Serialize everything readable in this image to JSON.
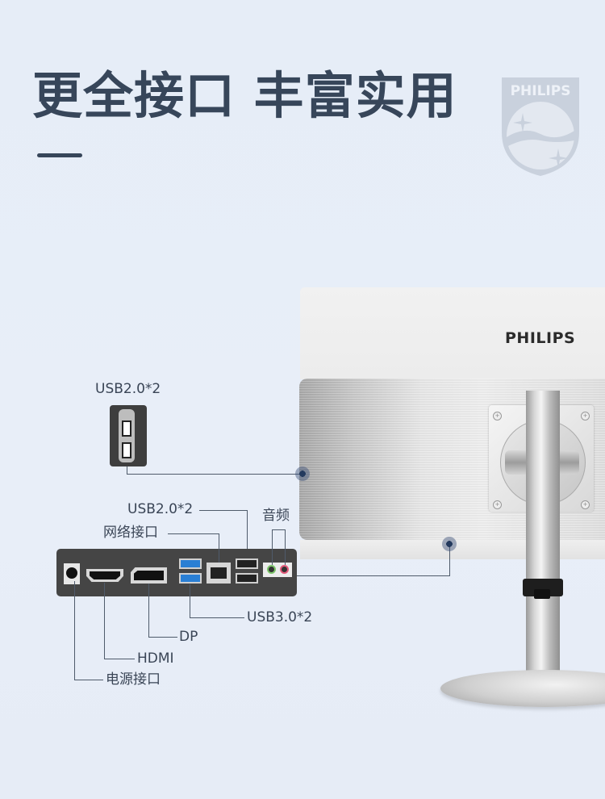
{
  "header": {
    "title": "更全接口 丰富实用",
    "brand_badge": "PHILIPS"
  },
  "monitor": {
    "brand": "PHILIPS"
  },
  "callouts": {
    "side_usb": "USB2.0*2",
    "rear_usb2": "USB2.0*2",
    "audio": "音频",
    "network": "网络接口",
    "usb3": "USB3.0*2",
    "dp": "DP",
    "hdmi": "HDMI",
    "power": "电源接口"
  },
  "colors": {
    "background": "#e7edf7",
    "title": "#37465a",
    "panel": "#454545",
    "usb3_blue": "#2a7fd4",
    "audio_green": "#7cc46a",
    "audio_pink": "#e35a7a"
  }
}
